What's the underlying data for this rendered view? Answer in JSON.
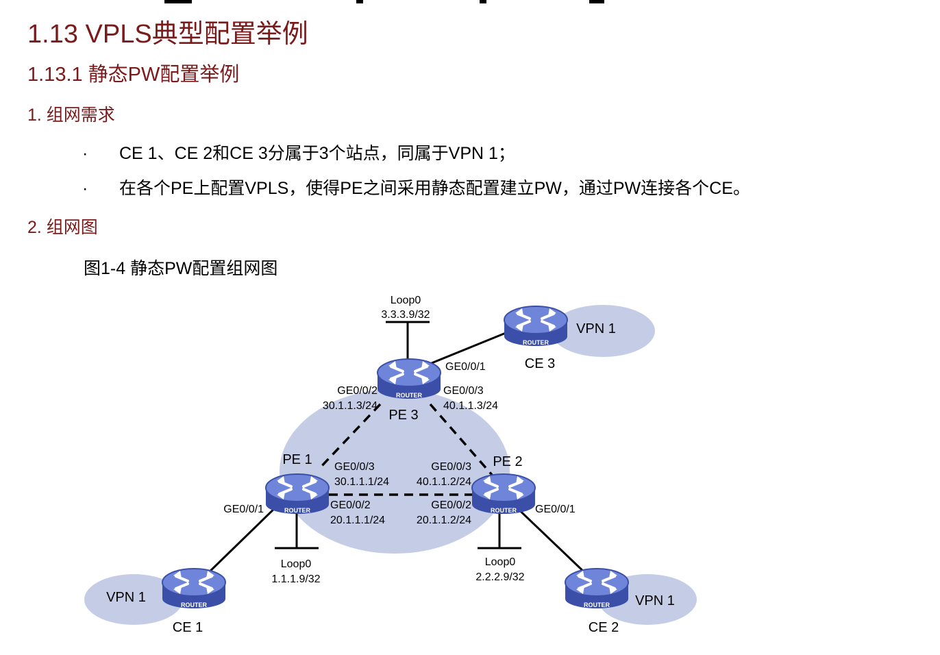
{
  "section": {
    "title": "1.13  VPLS典型配置举例",
    "subtitle": "1.13.1  静态PW配置举例"
  },
  "requirements": {
    "heading": "1. 组网需求",
    "bullet_symbol": "·",
    "items": [
      "CE 1、CE 2和CE 3分属于3个站点，同属于VPN 1；",
      "在各个PE上配置VPLS，使得PE之间采用静态配置建立PW，通过PW连接各个CE。"
    ]
  },
  "diagram": {
    "heading": "2. 组网图",
    "caption": "图1-4 静态PW配置组网图",
    "router_badge": "ROUTER",
    "devices": {
      "pe3": "PE 3",
      "pe1": "PE 1",
      "pe2": "PE 2",
      "ce1": "CE 1",
      "ce2": "CE 2",
      "ce3": "CE 3"
    },
    "vpn_labels": {
      "ce1": "VPN 1",
      "ce2": "VPN 1",
      "ce3": "VPN 1"
    },
    "loopbacks": {
      "pe3": {
        "name": "Loop0",
        "ip": "3.3.3.9/32"
      },
      "pe1": {
        "name": "Loop0",
        "ip": "1.1.1.9/32"
      },
      "pe2": {
        "name": "Loop0",
        "ip": "2.2.2.9/32"
      }
    },
    "interfaces": {
      "pe3_to_ce3": {
        "name": "GE0/0/1"
      },
      "pe3_to_pe1": {
        "name": "GE0/0/2",
        "ip": "30.1.1.3/24"
      },
      "pe3_to_pe2": {
        "name": "GE0/0/3",
        "ip": "40.1.1.3/24"
      },
      "pe1_to_pe3": {
        "name": "GE0/0/3",
        "ip": "30.1.1.1/24"
      },
      "pe2_to_pe3": {
        "name": "GE0/0/3",
        "ip": "40.1.1.2/24"
      },
      "pe1_to_pe2": {
        "name": "GE0/0/2",
        "ip": "20.1.1.1/24"
      },
      "pe2_to_pe1": {
        "name": "GE0/0/2",
        "ip": "20.1.1.2/24"
      },
      "pe1_to_ce1": {
        "name": "GE0/0/1"
      },
      "pe2_to_ce2": {
        "name": "GE0/0/1"
      }
    },
    "colors": {
      "heading": "#7a1a1a",
      "router_body": "#3b4fa8",
      "router_top": "#6f85d9",
      "cloud": "#c5cde6"
    }
  }
}
